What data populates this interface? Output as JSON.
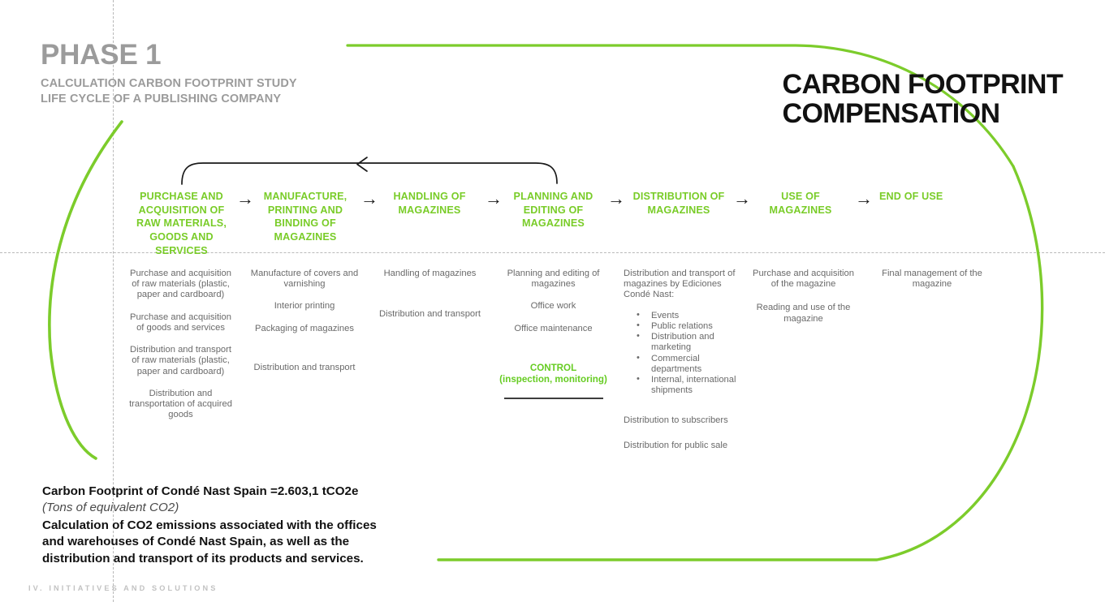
{
  "header": {
    "phase_title": "PHASE 1",
    "phase_sub_line1": "CALCULATION CARBON FOOTPRINT STUDY",
    "phase_sub_line2": "LIFE CYCLE OF A PUBLISHING COMPANY",
    "compensation_line1": "CARBON FOOTPRINT",
    "compensation_line2": "COMPENSATION"
  },
  "colors": {
    "green": "#79cc28",
    "green_bright": "#66cc22",
    "arc_green": "#7ccc2b",
    "grey_heading": "#9b9b9b",
    "body_grey": "#6a6a6a",
    "dark": "#111111",
    "guide_grey": "#b9b9b9"
  },
  "stages": [
    {
      "id": "purchase-raw-materials",
      "label": "PURCHASE AND ACQUISITION OF RAW MATERIALS, GOODS AND SERVICES"
    },
    {
      "id": "manufacture-printing-binding",
      "label": "MANUFACTURE, PRINTING AND BINDING OF MAGAZINES"
    },
    {
      "id": "handling-of-magazines",
      "label": "HANDLING OF MAGAZINES"
    },
    {
      "id": "planning-editing",
      "label": "PLANNING AND EDITING OF MAGAZINES"
    },
    {
      "id": "distribution-of-magazines",
      "label": "DISTRIBUTION OF MAGAZINES"
    },
    {
      "id": "use-of-magazines",
      "label": "USE OF MAGAZINES"
    },
    {
      "id": "end-of-use",
      "label": "END OF USE"
    }
  ],
  "arrow_glyph": "→",
  "columns": {
    "c1": [
      "Purchase and acquisition of raw materials (plastic, paper and cardboard)",
      "Purchase and acquisition of goods and services",
      "Distribution and transport of raw materials (plastic, paper and cardboard)",
      "Distribution and transportation of acquired goods"
    ],
    "c2": [
      "Manufacture of covers and varnishing",
      "Interior printing",
      "Packaging of magazines",
      "Distribution and transport"
    ],
    "c3": [
      "Handling of magazines",
      "Distribution and transport"
    ],
    "c4": [
      "Planning and editing of magazines",
      "Office work",
      "Office maintenance"
    ],
    "c4_control_line1": "CONTROL",
    "c4_control_line2": "(inspection, monitoring)",
    "c5_intro": "Distribution and transport of magazines by Ediciones Condé Nast:",
    "c5_bullets": [
      "Events",
      "Public relations",
      "Distribution and marketing",
      "Commercial departments",
      "Internal, international shipments"
    ],
    "c5_after": [
      "Distribution to subscribers",
      "Distribution for public  sale"
    ],
    "c6": [
      "Purchase and acquisition of the magazine",
      "Reading and use of the magazine"
    ],
    "c7": [
      "Final management of the magazine"
    ]
  },
  "summary": {
    "line1": "Carbon Footprint of Condé Nast Spain =2.603,1 tCO2e",
    "line2": "(Tons of equivalent CO2)",
    "line3a": "Calculation of CO2 emissions associated with the offices",
    "line3b": "and warehouses of Condé Nast Spain, as well as the",
    "line3c": "distribution and transport of its products and services."
  },
  "footer": {
    "note": "IV.  INITIATIVES AND SOLUTIONS"
  }
}
